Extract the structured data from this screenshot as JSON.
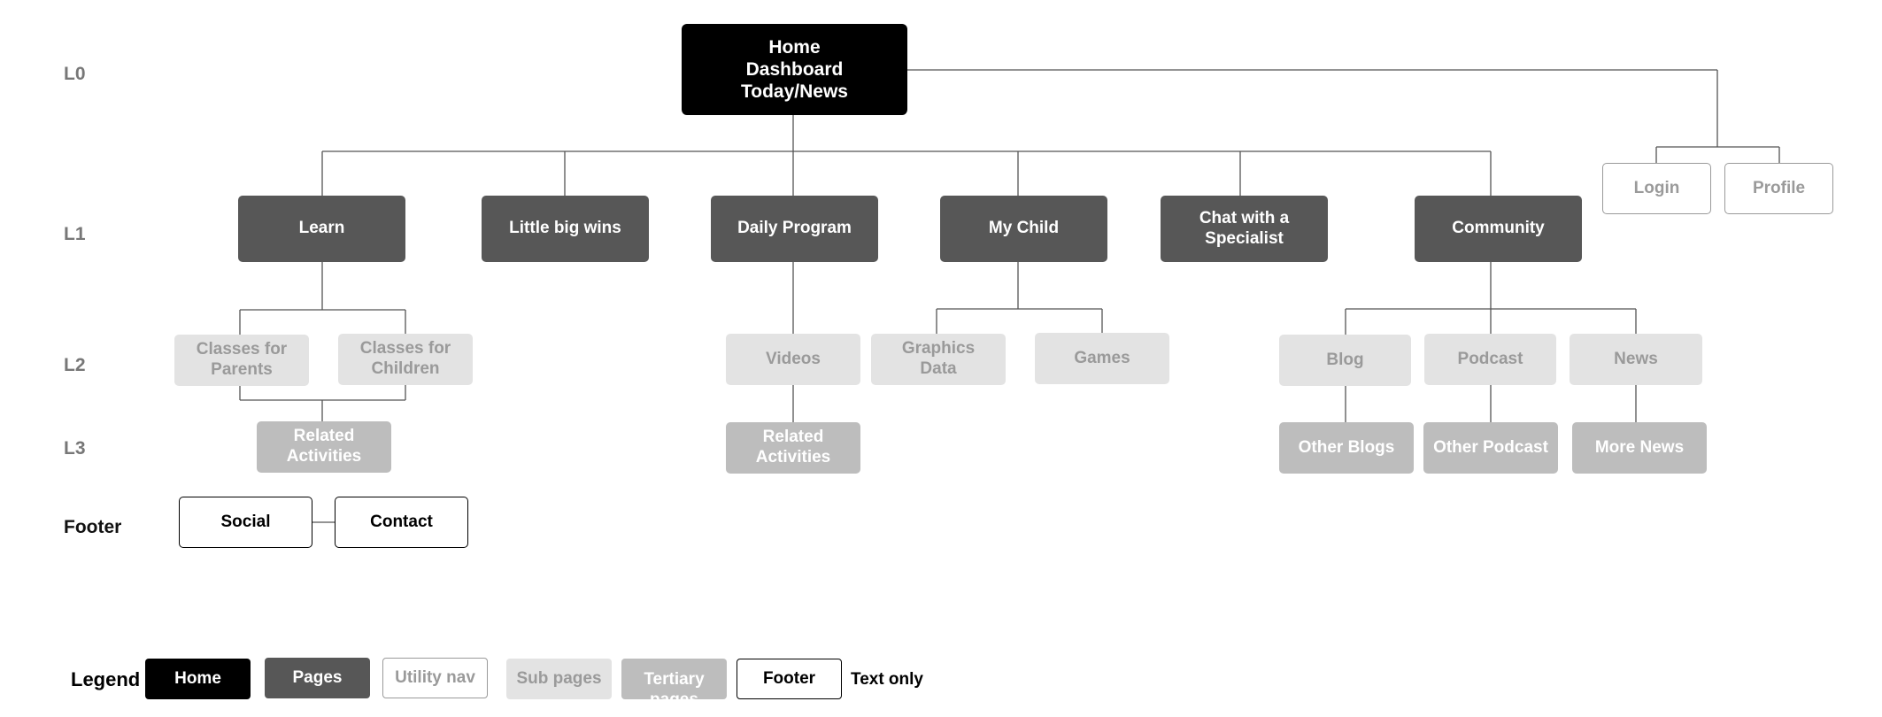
{
  "colors": {
    "home": "#000000",
    "pages": "#575757",
    "utility_border": "#9a9a9a",
    "sub_pages": "#e3e3e3",
    "tertiary_pages": "#bdbdbd",
    "footer_border": "#000000",
    "connector": "#555555"
  },
  "levels": {
    "l0": "L0",
    "l1": "L1",
    "l2": "L2",
    "l3": "L3",
    "footer": "Footer"
  },
  "home": {
    "label": "Home\nDashboard\nToday/News"
  },
  "utility_nav": {
    "login": "Login",
    "profile": "Profile"
  },
  "pages": {
    "learn": "Learn",
    "little_big_wins": "Little big wins",
    "daily_program": "Daily Program",
    "my_child": "My Child",
    "chat_specialist": "Chat with a\nSpecialist",
    "community": "Community"
  },
  "sub_pages": {
    "classes_parents": "Classes for\nParents",
    "classes_children": "Classes for\nChildren",
    "videos": "Videos",
    "graphics_data": "Graphics\nData",
    "games": "Games",
    "blog": "Blog",
    "podcast": "Podcast",
    "news": "News"
  },
  "tertiary_pages": {
    "learn_related": "Related\nActivities",
    "videos_related": "Related\nActivities",
    "other_blogs": "Other Blogs",
    "other_podcast": "Other Podcast",
    "more_news": "More News"
  },
  "footer_nodes": {
    "social": "Social",
    "contact": "Contact"
  },
  "legend": {
    "title": "Legend",
    "home": "Home",
    "pages": "Pages",
    "utility_nav": "Utility nav",
    "sub_pages": "Sub pages",
    "tertiary": "Tertiary\npages",
    "footer": "Footer",
    "text_only": "Text only"
  }
}
